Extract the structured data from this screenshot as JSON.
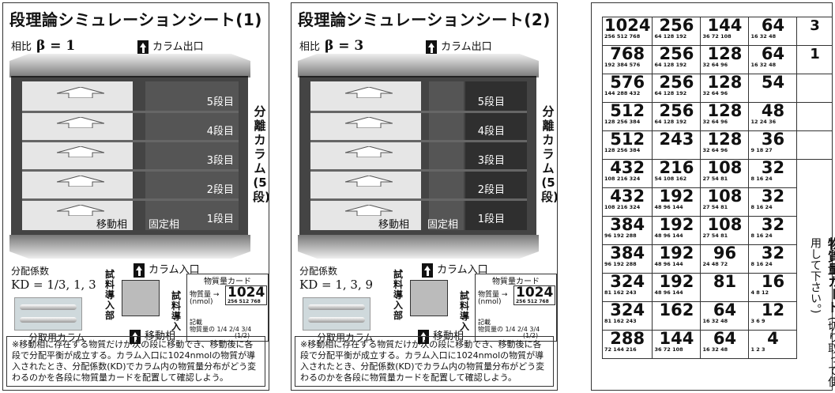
{
  "panels": [
    {
      "title": "段理論シミュレーションシート(1)",
      "ratio_label": "相比",
      "beta": "β = 1",
      "outlet": "カラム出口",
      "stages": [
        "5段目",
        "4段目",
        "3段目",
        "2段目",
        "1段目"
      ],
      "mobile_label": "移動相",
      "stationary_label": "固定相",
      "side_label": "分離カラム(5段)",
      "kd_label": "分配係数",
      "kd_value": "KD = 1/3, 1, 3",
      "inlet": "カラム入口",
      "sample_label": "試料導入部",
      "sample_intro": "試料導入",
      "mobile_bottom": "移動相",
      "collect_label": "分取用カラム",
      "card_title": "物質量カード",
      "card_amount_label": "物質量 →",
      "card_unit": "(nmol)",
      "card_value": "1024",
      "card_sub": "256 512 768",
      "card_note1": "記載",
      "card_note2": "物質量の 1/4  2/4  3/4",
      "card_note3": "(1/2)",
      "note": "※移動相に存在する物質だけが次の段に移動でき、移動後に各段で分配平衡が成立する。カラム入口に1024nmolの物質が導入されたとき、分配係数(KD)でカラム内の物質量分布がどう変わるのかを各段に物質量カードを配置して確認しよう。"
    },
    {
      "title": "段理論シミュレーションシート(2)",
      "ratio_label": "相比",
      "beta": "β = 3",
      "outlet": "カラム出口",
      "stages": [
        "5段目",
        "4段目",
        "3段目",
        "2段目",
        "1段目"
      ],
      "mobile_label": "移動相",
      "stationary_label": "固定相",
      "side_label": "分離カラム(5段)",
      "kd_label": "分配係数",
      "kd_value": "KD = 1, 3, 9",
      "inlet": "カラム入口",
      "sample_label": "試料導入部",
      "sample_intro": "試料導入",
      "mobile_bottom": "移動相",
      "collect_label": "分取用カラム",
      "card_title": "物質量カード",
      "card_amount_label": "物質量 →",
      "card_unit": "(nmol)",
      "card_value": "1024",
      "card_sub": "256 512 768",
      "card_note1": "記載",
      "card_note2": "物質量の 1/4  2/4  3/4",
      "card_note3": "(1/2)",
      "note": "※移動相に存在する物質だけが次の段に移動でき、移動後に各段で分配平衡が成立する。カラム入口に1024nmolの物質が導入されたとき、分配係数(KD)でカラム内の物質量分布がどう変わるのかを各段に物質量カードを配置して確認しよう。"
    }
  ],
  "cards": [
    [
      [
        "1024",
        "256 512 768"
      ],
      [
        "256",
        "64 128 192"
      ],
      [
        "144",
        "36 72 108"
      ],
      [
        "64",
        "16 32 48"
      ],
      "3"
    ],
    [
      [
        "768",
        "192 384 576"
      ],
      [
        "256",
        "64 128 192"
      ],
      [
        "128",
        "32 64 96"
      ],
      [
        "64",
        "16 32 48"
      ],
      "1"
    ],
    [
      [
        "576",
        "144 288 432"
      ],
      [
        "256",
        "64 128 192"
      ],
      [
        "128",
        "32 64 96"
      ],
      [
        "54",
        ""
      ],
      ""
    ],
    [
      [
        "512",
        "128 256 384"
      ],
      [
        "256",
        "64 128 192"
      ],
      [
        "128",
        "32 64 96"
      ],
      [
        "48",
        "12 24 36"
      ],
      ""
    ],
    [
      [
        "512",
        "128 256 384"
      ],
      [
        "243",
        ""
      ],
      [
        "128",
        "32 64 96"
      ],
      [
        "36",
        "9 18 27"
      ],
      ""
    ],
    [
      [
        "432",
        "108 216 324"
      ],
      [
        "216",
        "54 108 162"
      ],
      [
        "108",
        "27 54 81"
      ],
      [
        "32",
        "8 16 24"
      ]
    ],
    [
      [
        "432",
        "108 216 324"
      ],
      [
        "192",
        "48 96 144"
      ],
      [
        "108",
        "27 54 81"
      ],
      [
        "32",
        "8 16 24"
      ]
    ],
    [
      [
        "384",
        "96 192 288"
      ],
      [
        "192",
        "48 96 144"
      ],
      [
        "108",
        "27 54 81"
      ],
      [
        "32",
        "8 16 24"
      ]
    ],
    [
      [
        "384",
        "96 192 288"
      ],
      [
        "192",
        "48 96 144"
      ],
      [
        "96",
        "24 48 72"
      ],
      [
        "32",
        "8 16 24"
      ]
    ],
    [
      [
        "324",
        "81 162 243"
      ],
      [
        "192",
        "48 96 144"
      ],
      [
        "81",
        ""
      ],
      [
        "16",
        "4 8 12"
      ]
    ],
    [
      [
        "324",
        "81 162 243"
      ],
      [
        "162",
        ""
      ],
      [
        "64",
        "16 32 48"
      ],
      [
        "12",
        "3 6 9"
      ]
    ],
    [
      [
        "288",
        "72 144 216"
      ],
      [
        "144",
        "36 72 108"
      ],
      [
        "64",
        "16 32 48"
      ],
      [
        "4",
        "1 2 3"
      ]
    ]
  ],
  "vertical_label_main": "物質量カード",
  "vertical_label_sub": "(切り取って使用して下さい。)"
}
